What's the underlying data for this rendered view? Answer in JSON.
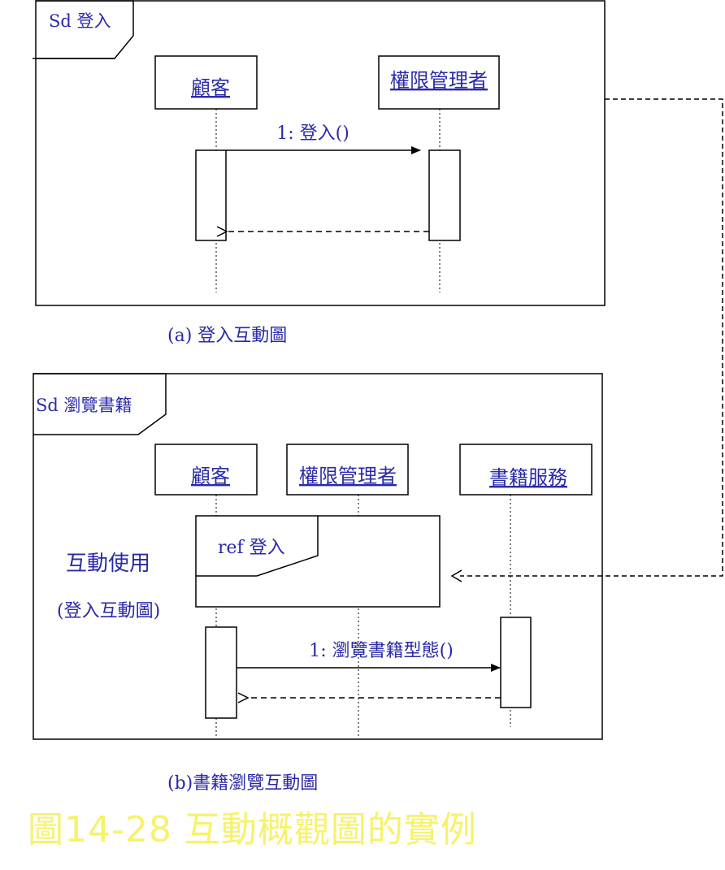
{
  "diagram_a": {
    "frame_tag": "Sd 登入",
    "lifelines": [
      "顧客",
      "權限管理者"
    ],
    "message": "1: 登入()",
    "caption": "(a) 登入互動圖"
  },
  "diagram_b": {
    "frame_tag": "Sd 瀏覽書籍",
    "lifelines": [
      "顧客",
      "權限管理者",
      "書籍服務"
    ],
    "ref_tag": "ref 登入",
    "interaction_use_label": "互動使用",
    "interaction_use_sub": "(登入互動圖)",
    "message": "1: 瀏覽書籍型態()",
    "caption": "(b)書籍瀏覽互動圖"
  },
  "figure_title": "圖14-28 互動概觀圖的實例",
  "colors": {
    "text": "#2a2aa8",
    "title": "#f7f26a",
    "line": "#000000"
  }
}
